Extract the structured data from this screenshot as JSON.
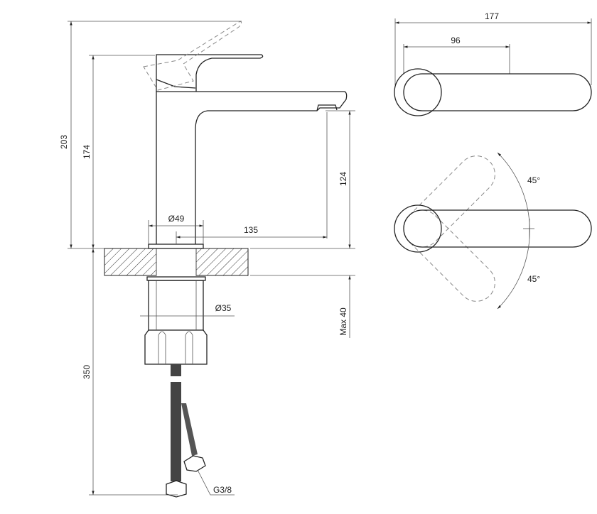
{
  "title": "Basin faucet dimension drawing",
  "dimensions": {
    "total_height": "203",
    "body_height": "174",
    "spout_height": "124",
    "base_diameter": "Ø49",
    "spout_reach": "135",
    "shank_diameter": "Ø35",
    "max_counter_thickness": "Max 40",
    "hose_length": "350",
    "hose_thread": "G3/8",
    "top_total_length": "177",
    "top_lever_length": "96",
    "rotation_angle_up": "45°",
    "rotation_angle_down": "45°"
  }
}
